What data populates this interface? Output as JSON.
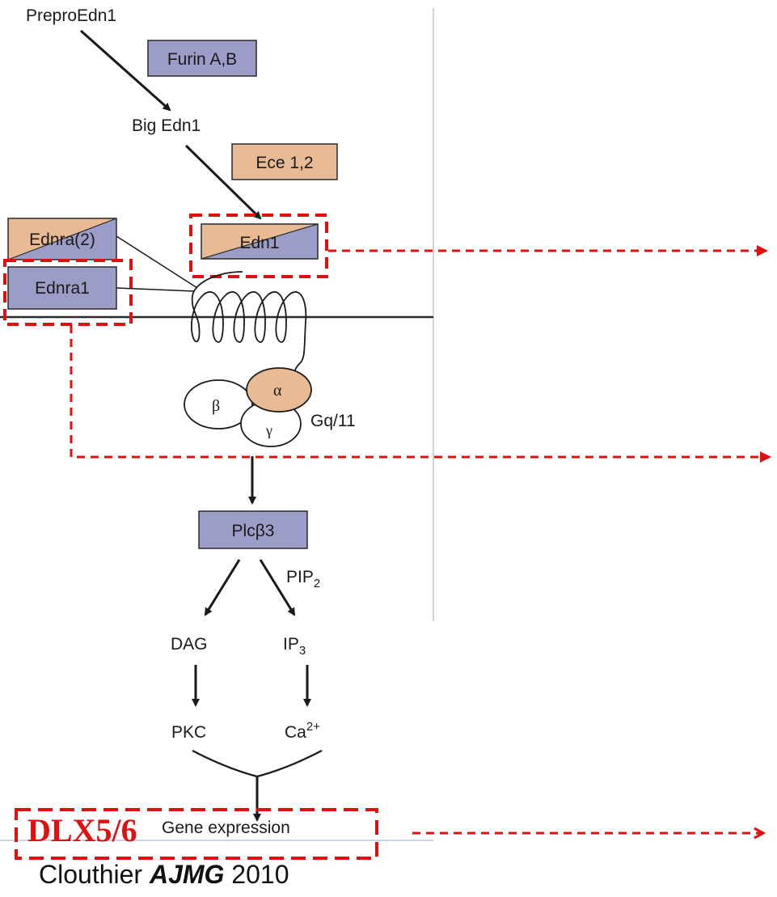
{
  "labels": {
    "prepro": "PreproEdn1",
    "furin": "Furin A,B",
    "big_edn1": "Big Edn1",
    "ece": "Ece 1,2",
    "edn1": "Edn1",
    "ednra2": "Ednra(2)",
    "ednra1": "Ednra1",
    "beta": "β",
    "alpha": "α",
    "gamma": "γ",
    "gq11": "Gq/11",
    "plcb3": "Plcβ3",
    "pip": "PIP",
    "pip_sub": "2",
    "dag": "DAG",
    "ip": "IP",
    "ip_sub": "3",
    "pkc": "PKC",
    "ca": "Ca",
    "ca_sup": "2+",
    "gene_expression": "Gene expression",
    "dlx": "DLX5/6"
  },
  "citation": {
    "author": "Clouthier ",
    "journal": "AJMG",
    "year": " 2010"
  },
  "colors": {
    "protein_blue": "#9c9cc8",
    "protein_orange": "#e9bb94",
    "highlight_red": "#e01010",
    "line_black": "#1a1a1a",
    "panel_divider": "#c8d4e0"
  }
}
